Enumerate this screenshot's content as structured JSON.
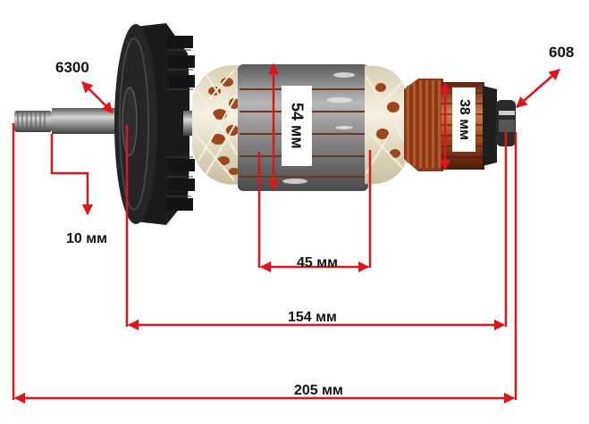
{
  "title": "Armature rotor dimensions diagram",
  "colors": {
    "dimension_line": "#e0141c",
    "background": "#ffffff",
    "fan": "#1c1c1c",
    "copper": "#a0461f",
    "steel": "#8a8a8a",
    "winding_string": "#efe8d2"
  },
  "bearings": {
    "front": {
      "label": "6300"
    },
    "rear": {
      "label": "608"
    }
  },
  "dimensions": {
    "shaft_diameter": {
      "label": "10 мм",
      "value": 10,
      "unit": "мм"
    },
    "core_diameter": {
      "label": "54 мм",
      "value": 54,
      "unit": "мм"
    },
    "commutator_diameter": {
      "label": "38 мм",
      "value": 38,
      "unit": "мм"
    },
    "core_length": {
      "label": "45 мм",
      "value": 45,
      "unit": "мм"
    },
    "bearing_to_bearing": {
      "label": "154 мм",
      "value": 154,
      "unit": "мм"
    },
    "overall_length": {
      "label": "205 мм",
      "value": 205,
      "unit": "мм"
    }
  }
}
